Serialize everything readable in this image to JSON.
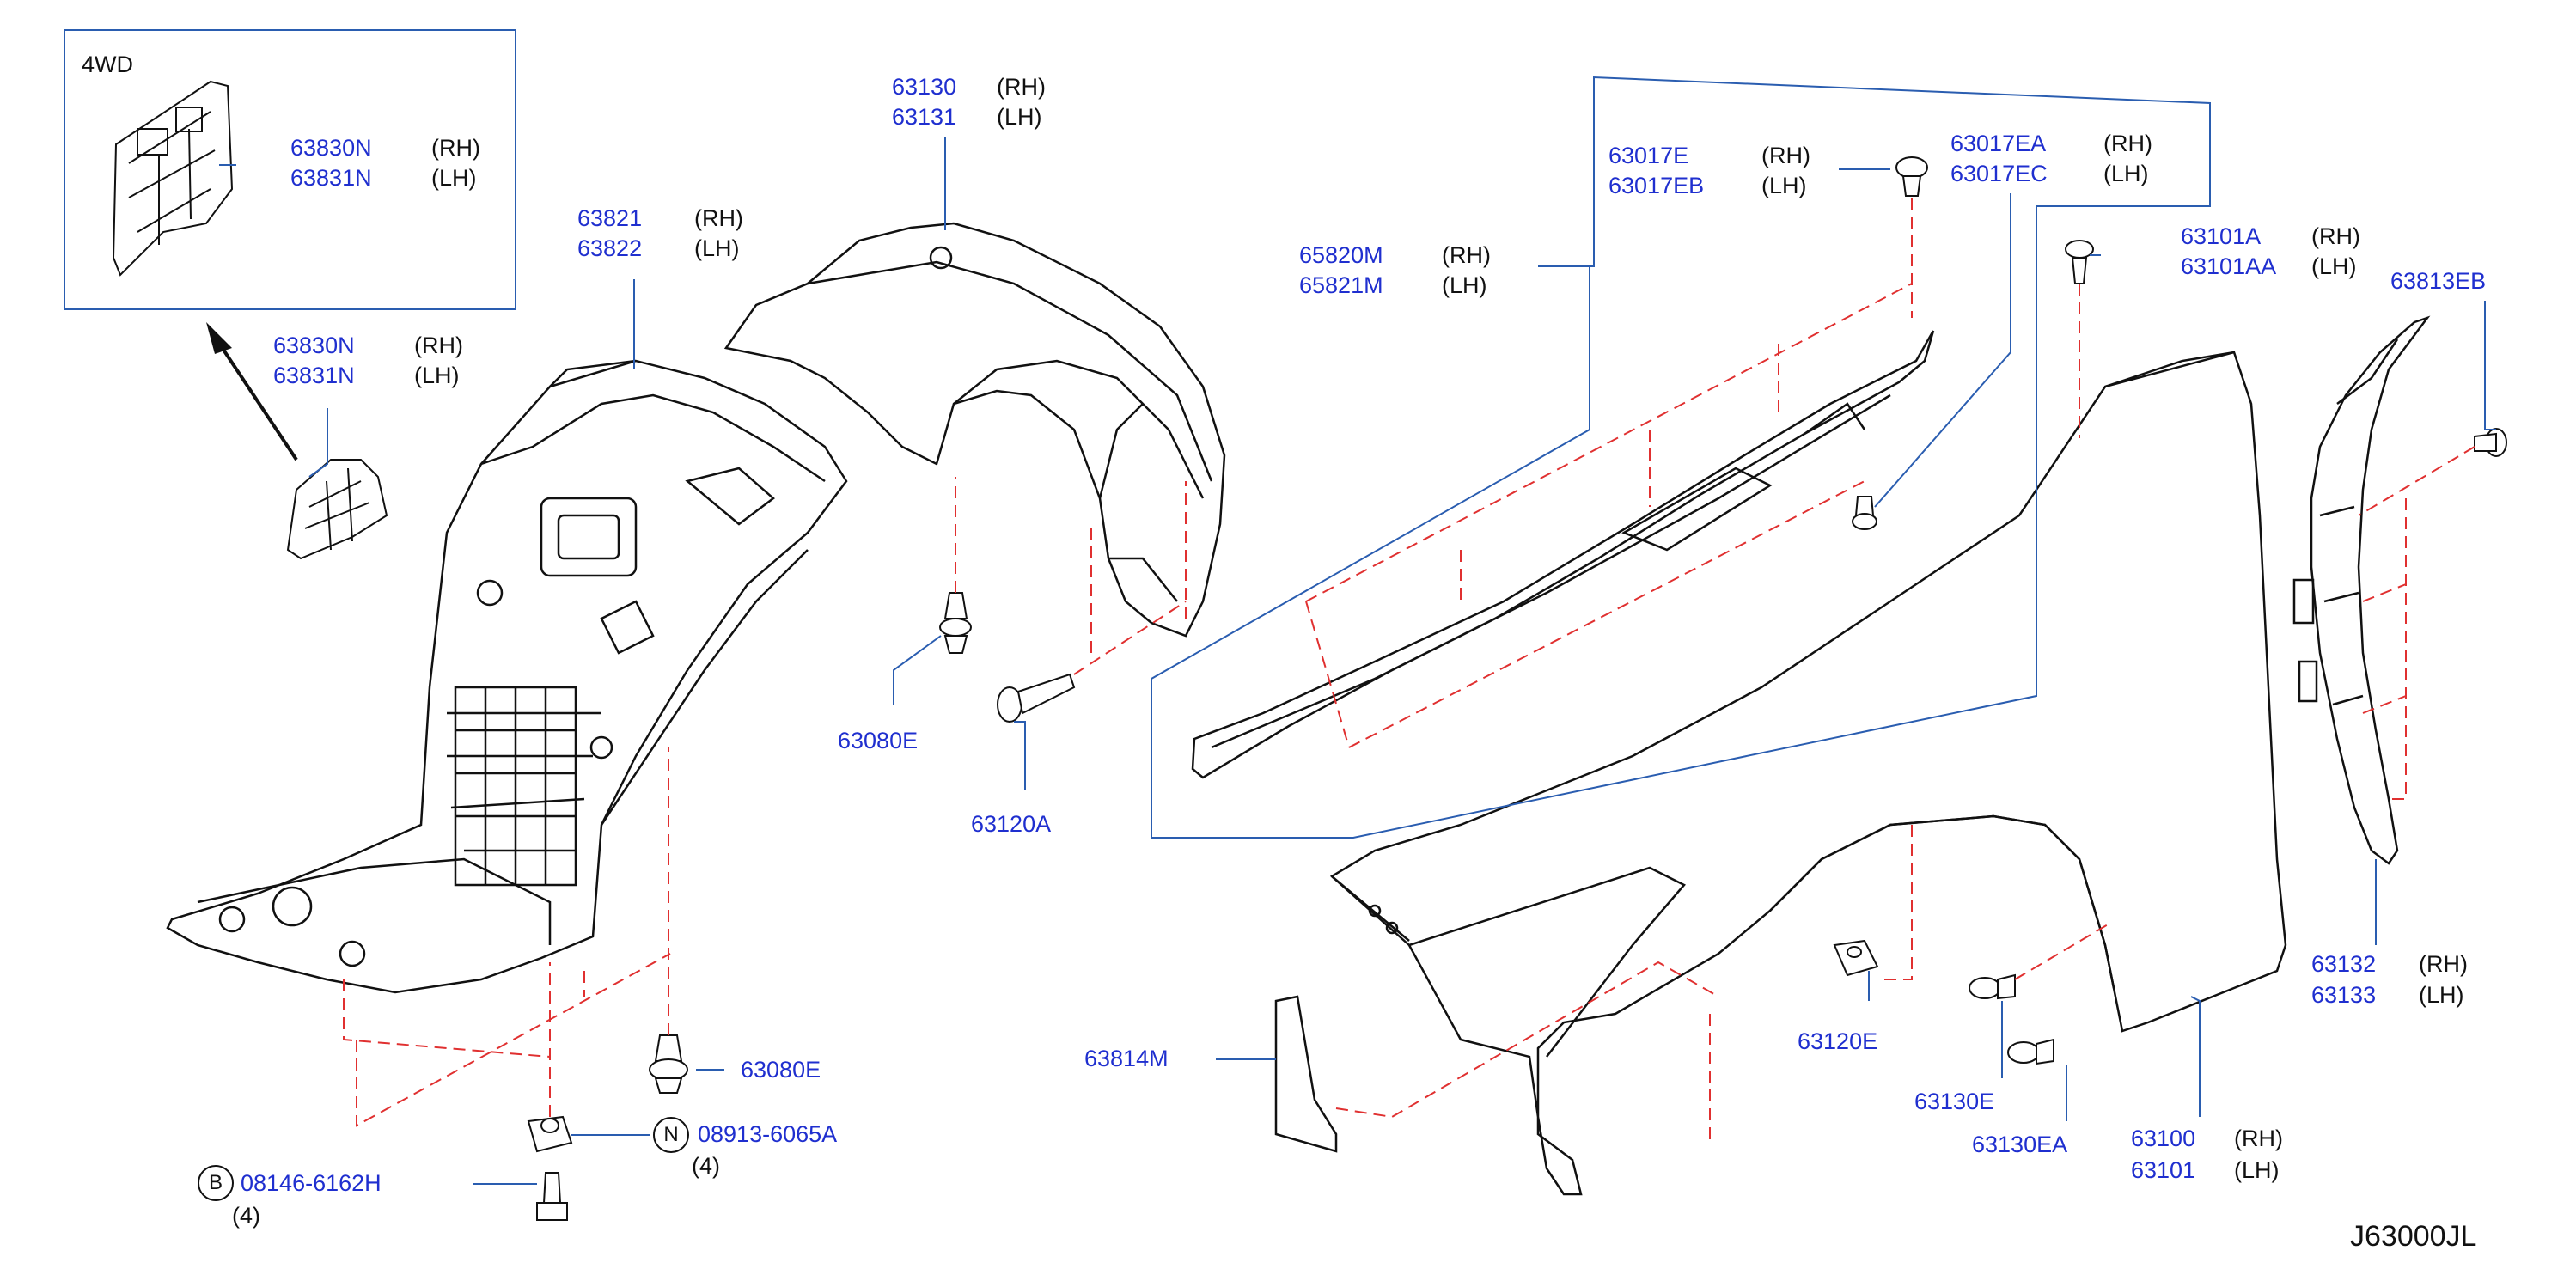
{
  "diagram_code": "J63000JL",
  "inset": {
    "label": "4WD"
  },
  "colors": {
    "part_number": "#1f2fcf",
    "leader": "#2a5db0",
    "hidden_line": "#e03030",
    "outline": "#111111"
  },
  "callouts": {
    "c63130": [
      "63130",
      "63131"
    ],
    "c63130_side": [
      "(RH)",
      "(LH)"
    ],
    "c63821": [
      "63821",
      "63822"
    ],
    "c63821_side": [
      "(RH)",
      "(LH)"
    ],
    "c63830_inset": [
      "63830N",
      "63831N"
    ],
    "c63830_inset_side": [
      "(RH)",
      "(LH)"
    ],
    "c63830": [
      "63830N",
      "63831N"
    ],
    "c63830_side": [
      "(RH)",
      "(LH)"
    ],
    "c65820": [
      "65820M",
      "65821M"
    ],
    "c65820_side": [
      "(RH)",
      "(LH)"
    ],
    "c63017e": [
      "63017E",
      "63017EB"
    ],
    "c63017e_side": [
      "(RH)",
      "(LH)"
    ],
    "c63017ea": [
      "63017EA",
      "63017EC"
    ],
    "c63017ea_side": [
      "(RH)",
      "(LH)"
    ],
    "c63101": [
      "63101A",
      "63101AA"
    ],
    "c63101_side": [
      "(RH)",
      "(LH)"
    ],
    "c63813eb": "63813EB",
    "c63080e_top": "63080E",
    "c63120a": "63120A",
    "c63080e_bottom": "63080E",
    "c08913": "08913-6065A",
    "c08913_qty": "(4)",
    "c08913_symbol": "N",
    "c08146": "08146-6162H",
    "c08146_qty": "(4)",
    "c08146_symbol": "B",
    "c63814m": "63814M",
    "c63120e": "63120E",
    "c63130e": "63130E",
    "c63130ea": "63130EA",
    "c63100": [
      "63100",
      "63101"
    ],
    "c63100_side": [
      "(RH)",
      "(LH)"
    ],
    "c63132": [
      "63132",
      "63133"
    ],
    "c63132_side": [
      "(RH)",
      "(LH)"
    ]
  }
}
